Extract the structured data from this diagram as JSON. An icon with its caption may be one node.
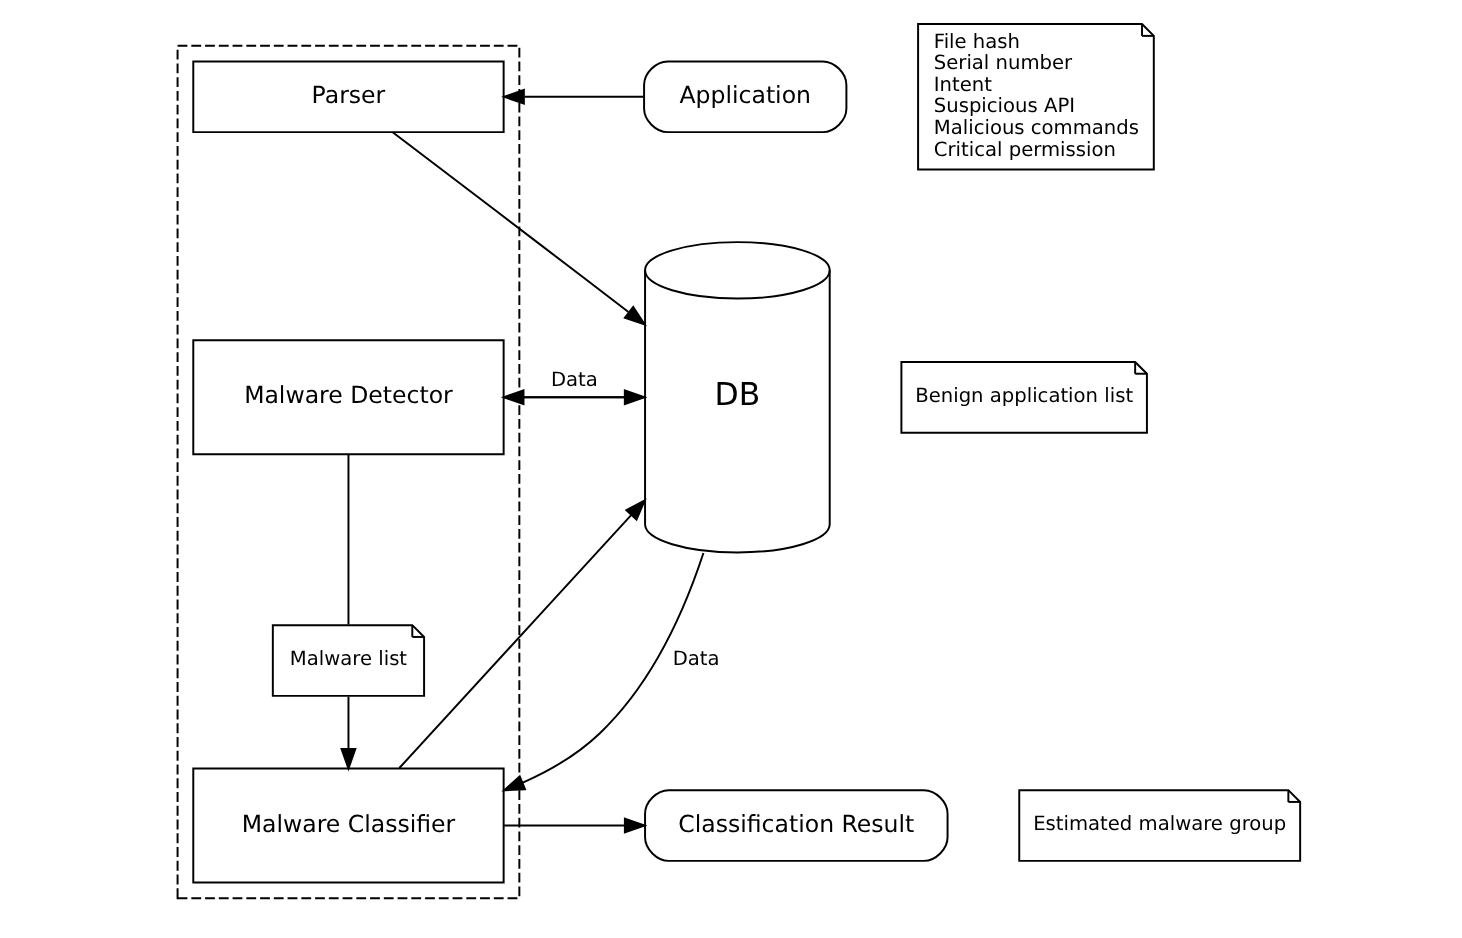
{
  "diagram": {
    "nodes": [
      {
        "text": [],
        "shape": "box"
      },
      {
        "text": [
          "Application"
        ]
      },
      {
        "text": [
          "Parser"
        ],
        "in": 0
      },
      {
        "text": [
          "Malware Detector"
        ],
        "in": 0
      },
      {
        "text": [
          "Malware list"
        ],
        "in": 0
      },
      {
        "text": [
          "Malware Classifier"
        ],
        "in": 0
      },
      {
        "text": [
          "Classification Result"
        ]
      },
      {
        "text": [
          "DB"
        ]
      },
      {
        "text": [
          "File hash",
          "Serial number",
          "Intent",
          "Suspicious API",
          "Malicious commands",
          "Critical permission"
        ]
      },
      {
        "text": [
          "Benign application list"
        ]
      },
      {
        "text": [
          "Estimated malware group"
        ]
      }
    ],
    "edges": [
      {
        "from": 1,
        "to": 2,
        "arrow": "to"
      },
      {
        "from": 2,
        "to": 7,
        "arrow": "to"
      },
      {
        "from": 7,
        "to": 3,
        "arrow": "to",
        "label": "Data"
      },
      {
        "from": 3,
        "to": 7,
        "arrow": "to"
      },
      {
        "from": 3,
        "to": 4,
        "arrow": "none"
      },
      {
        "from": 4,
        "to": 5,
        "arrow": "to"
      },
      {
        "from": 7,
        "to": 5,
        "arrow": "to",
        "label": "Data"
      },
      {
        "from": 5,
        "to": 7,
        "arrow": "to"
      },
      {
        "from": 5,
        "to": 6,
        "arrow": "to"
      }
    ]
  }
}
